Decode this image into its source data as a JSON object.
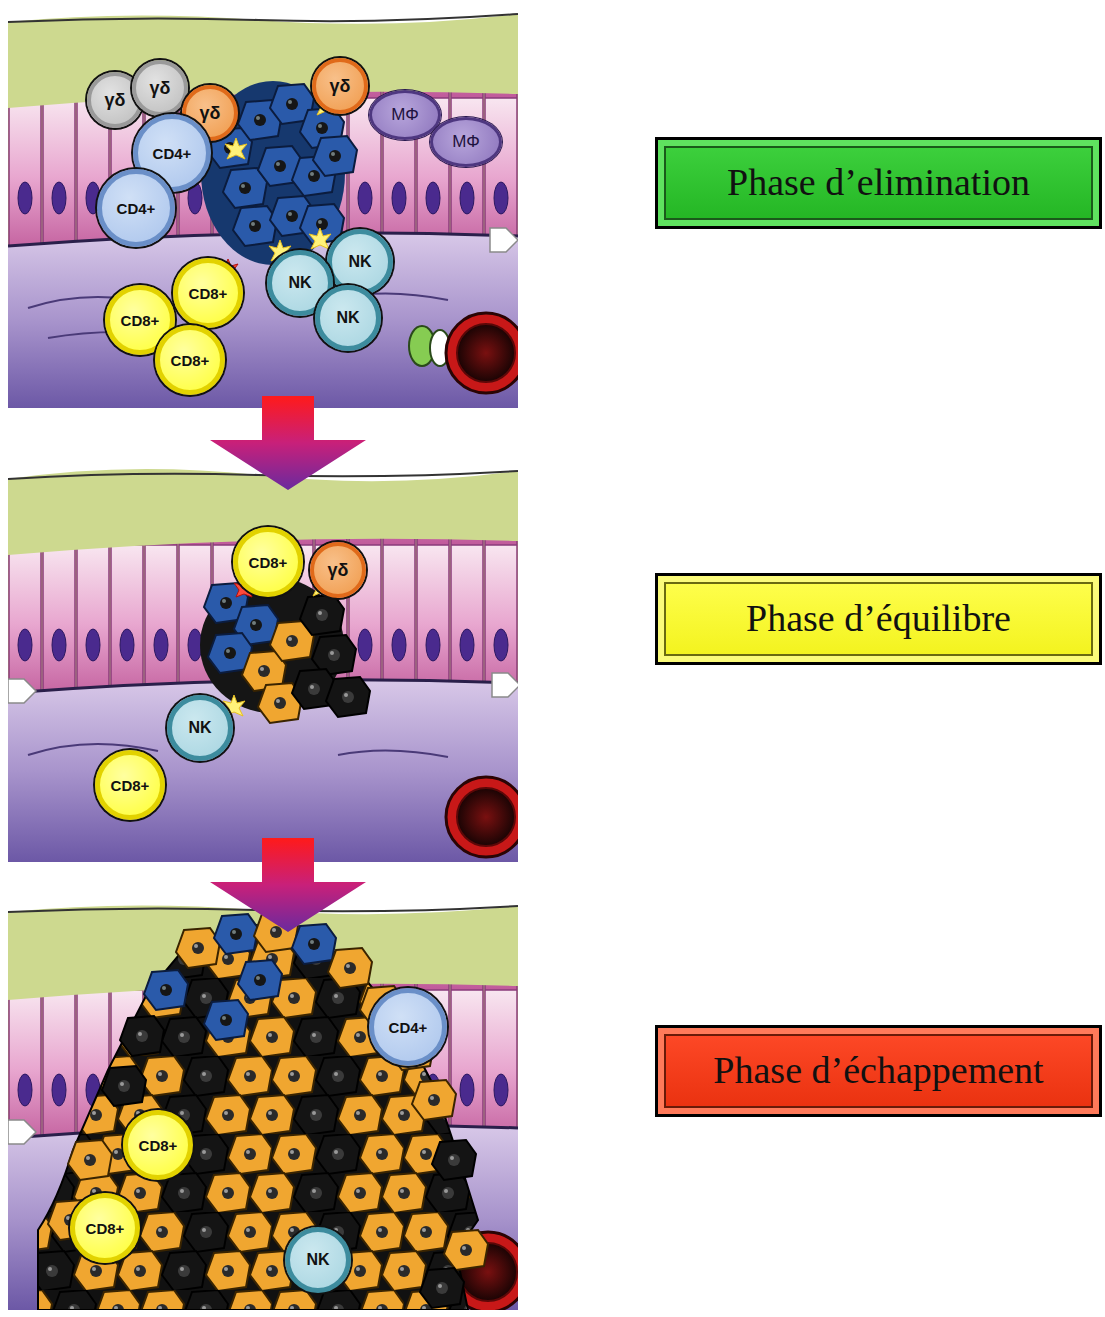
{
  "diagram": {
    "nodes": [
      {
        "text": [
          "γδ"
        ]
      },
      {
        "text": [
          "γδ"
        ]
      },
      {
        "text": [
          "γδ"
        ]
      },
      {
        "text": [
          "CD4+"
        ]
      },
      {
        "text": [
          "CD4+"
        ]
      },
      {
        "text": [
          "γδ"
        ]
      },
      {
        "text": [
          "MΦ"
        ]
      },
      {
        "text": [
          "MΦ"
        ]
      },
      {
        "text": [
          "NK"
        ]
      },
      {
        "text": [
          "NK"
        ]
      },
      {
        "text": [
          "NK"
        ]
      },
      {
        "text": [
          "CD8+"
        ]
      },
      {
        "text": [
          "CD8+"
        ]
      },
      {
        "text": [
          "CD8+"
        ]
      },
      {
        "text": [
          "Phase d’elimination"
        ]
      },
      {
        "text": [
          "CD8+"
        ]
      },
      {
        "text": [
          "γδ"
        ]
      },
      {
        "text": [
          "NK"
        ]
      },
      {
        "text": [
          "CD8+"
        ]
      },
      {
        "text": [
          "Phase d’équilibre"
        ]
      },
      {
        "text": [
          "CD4+"
        ]
      },
      {
        "text": [
          "CD8+"
        ]
      },
      {
        "text": [
          "CD8+"
        ]
      },
      {
        "text": [
          "NK"
        ]
      },
      {
        "text": [
          "Phase d’échappement"
        ]
      }
    ]
  }
}
